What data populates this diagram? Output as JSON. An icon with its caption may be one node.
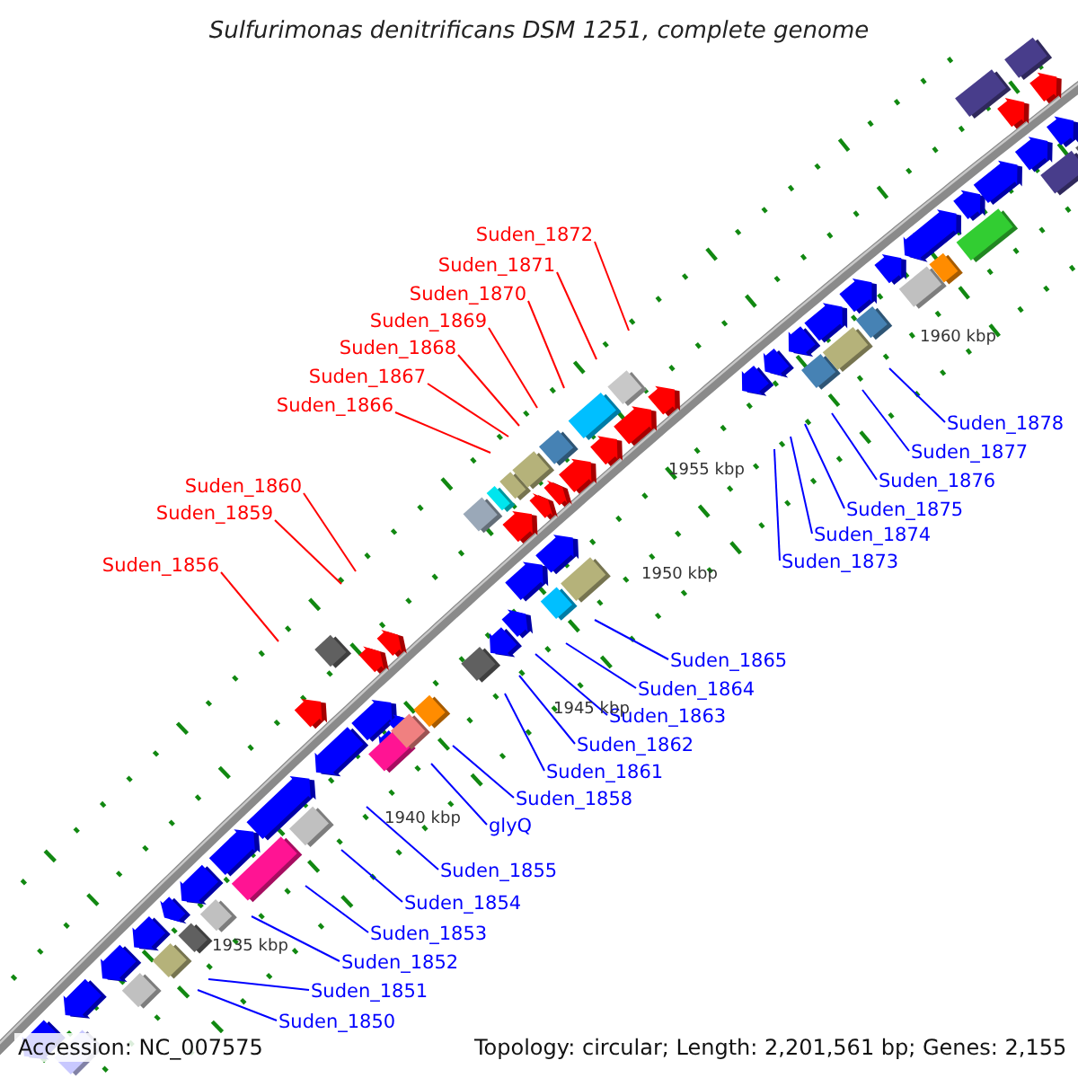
{
  "diagram": {
    "title": "Sulfurimonas denitrificans DSM 1251, complete genome",
    "nodes": [
      {
        "text": [
          "Suden_1872"
        ]
      },
      {
        "text": [
          "Suden_1871"
        ]
      },
      {
        "text": [
          "Suden_1870"
        ]
      },
      {
        "text": [
          "Suden_1869"
        ]
      },
      {
        "text": [
          "Suden_1868"
        ]
      },
      {
        "text": [
          "Suden_1867"
        ]
      },
      {
        "text": [
          "Suden_1866"
        ]
      },
      {
        "text": [
          "Suden_1878"
        ]
      },
      {
        "text": [
          "Suden_1877"
        ]
      },
      {
        "text": [
          "Suden_1876"
        ]
      },
      {
        "text": [
          "Suden_1860"
        ]
      },
      {
        "text": [
          "Suden_1875"
        ]
      },
      {
        "text": [
          "Suden_1859"
        ]
      },
      {
        "text": [
          "Suden_1874"
        ]
      },
      {
        "text": [
          "Suden_1873"
        ]
      },
      {
        "text": [
          "Suden_1856"
        ]
      },
      {
        "text": [
          "Suden_1865"
        ]
      },
      {
        "text": [
          "Suden_1864"
        ]
      },
      {
        "text": [
          "Suden_1863"
        ]
      },
      {
        "text": [
          "Suden_1862"
        ]
      },
      {
        "text": [
          "Suden_1861"
        ]
      },
      {
        "text": [
          "Suden_1858"
        ]
      },
      {
        "text": [
          "glyQ"
        ]
      },
      {
        "text": [
          "Suden_1855"
        ]
      },
      {
        "text": [
          "Suden_1854"
        ]
      },
      {
        "text": [
          "Suden_1853"
        ]
      },
      {
        "text": [
          "Suden_1852"
        ]
      },
      {
        "text": [
          "Suden_1851"
        ]
      },
      {
        "text": [
          "Suden_1850"
        ]
      }
    ],
    "edges": [
      {
        "from": 0,
        "to": null,
        "arrow": "none",
        "color": "#ff0000"
      },
      {
        "from": 1,
        "to": null,
        "arrow": "none",
        "color": "#ff0000"
      },
      {
        "from": 2,
        "to": null,
        "arrow": "none",
        "color": "#ff0000"
      },
      {
        "from": 3,
        "to": null,
        "arrow": "none",
        "color": "#ff0000"
      },
      {
        "from": 4,
        "to": null,
        "arrow": "none",
        "color": "#ff0000"
      },
      {
        "from": 5,
        "to": null,
        "arrow": "none",
        "color": "#ff0000"
      },
      {
        "from": 6,
        "to": null,
        "arrow": "none",
        "color": "#ff0000"
      },
      {
        "from": 7,
        "to": null,
        "arrow": "none"
      },
      {
        "from": 8,
        "to": null,
        "arrow": "none"
      },
      {
        "from": 9,
        "to": null,
        "arrow": "none"
      },
      {
        "from": 10,
        "to": null,
        "arrow": "none",
        "color": "#ff0000"
      },
      {
        "from": 11,
        "to": null,
        "arrow": "none"
      },
      {
        "from": 12,
        "to": null,
        "arrow": "none",
        "color": "#ff0000"
      },
      {
        "from": 13,
        "to": null,
        "arrow": "none"
      },
      {
        "from": 14,
        "to": null,
        "arrow": "none"
      },
      {
        "from": 15,
        "to": null,
        "arrow": "none",
        "color": "#ff0000"
      },
      {
        "from": 16,
        "to": null,
        "arrow": "none"
      },
      {
        "from": 17,
        "to": null,
        "arrow": "none"
      },
      {
        "from": 18,
        "to": null,
        "arrow": "none"
      },
      {
        "from": 19,
        "to": null,
        "arrow": "none"
      },
      {
        "from": 20,
        "to": null,
        "arrow": "none"
      },
      {
        "from": 21,
        "to": null,
        "arrow": "none"
      },
      {
        "from": 22,
        "to": null,
        "arrow": "none"
      },
      {
        "from": 23,
        "to": null,
        "arrow": "none"
      },
      {
        "from": 24,
        "to": null,
        "arrow": "none"
      },
      {
        "from": 25,
        "to": null,
        "arrow": "none"
      },
      {
        "from": 26,
        "to": null,
        "arrow": "none"
      },
      {
        "from": 27,
        "to": null,
        "arrow": "none"
      },
      {
        "from": 28,
        "to": null,
        "arrow": "none"
      }
    ],
    "labels": [
      "1960 kbp",
      "1955 kbp",
      "1950 kbp",
      "1945 kbp",
      "1940 kbp",
      "1935 kbp",
      "Accession: NC_007575",
      "Topology: circular; Length: 2,201,561 bp; Genes: 2,155"
    ]
  }
}
